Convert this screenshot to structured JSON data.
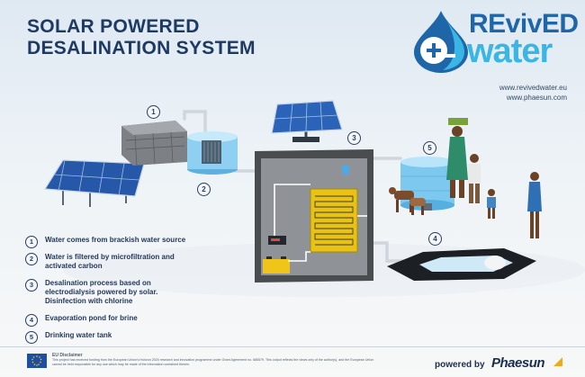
{
  "title": {
    "line1": "SOLAR POWERED",
    "line2": "DESALINATION SYSTEM"
  },
  "logo": {
    "line1": "REvivED",
    "line2": "water",
    "icon": "water-drop-plus-minus-icon",
    "colors": {
      "dark": "#1f66a8",
      "light": "#3ab5e4"
    }
  },
  "urls": [
    "www.revivedwater.eu",
    "www.phaesun.com"
  ],
  "steps": [
    {
      "number": "1",
      "text": "Water comes from brackish water source"
    },
    {
      "number": "2",
      "text": "Water is filtered by microfiltration and activated carbon"
    },
    {
      "number": "3",
      "text": "Desalination process based on electrodialysis powered by solar. Disinfection with chlorine"
    },
    {
      "number": "4",
      "text": "Evaporation pond for brine"
    },
    {
      "number": "5",
      "text": "Drinking water tank"
    }
  ],
  "footer": {
    "eu_title": "EU Disclaimer",
    "eu_text": "This project has received funding from the European Union's Horizon 2020 research and innovation programme under Grant Agreement no. 685579. This output reflects the views only of the author(s), and the European Union cannot be held responsible for any use which may be made of the information contained therein.",
    "powered_by": "powered by",
    "brand": "Phaesun"
  }
}
